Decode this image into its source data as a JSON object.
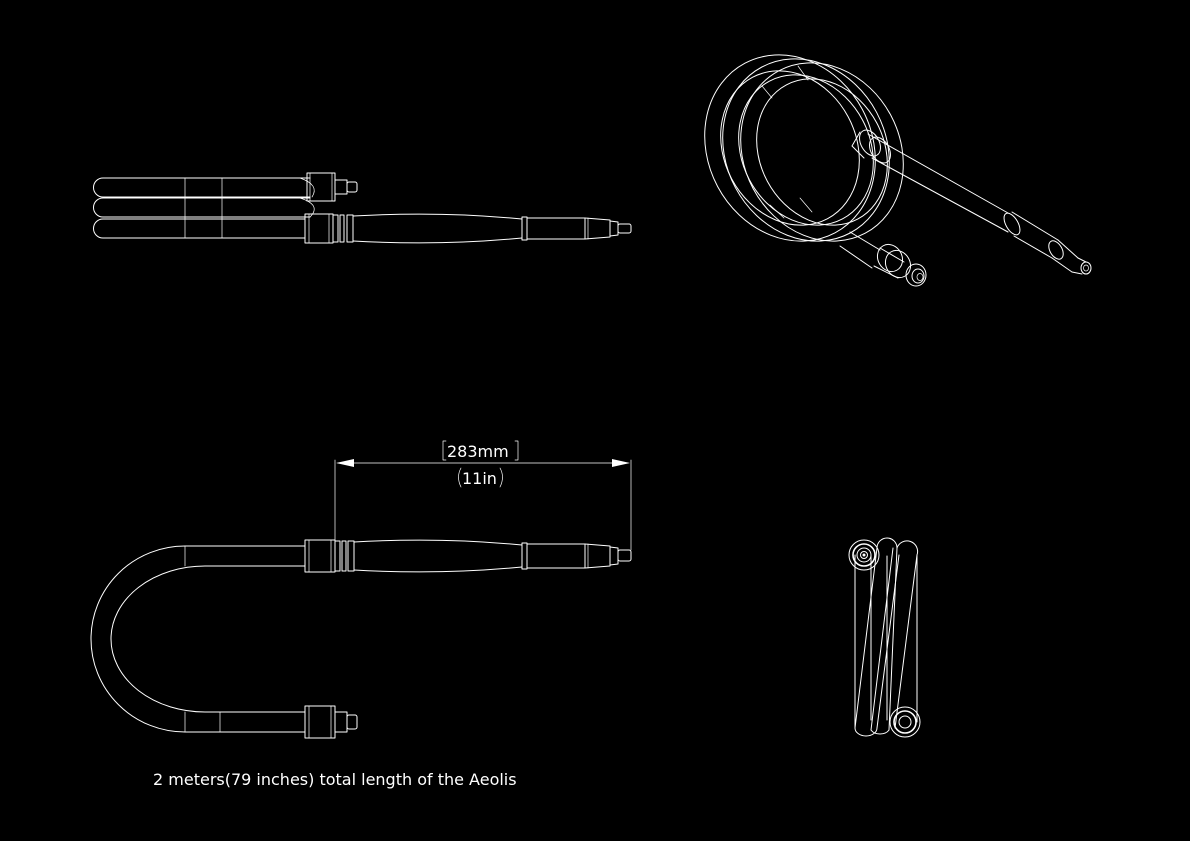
{
  "dimension": {
    "metric": "283mm",
    "imperial": "11in"
  },
  "caption": "2 meters(79 inches) total length of the Aeolis",
  "colors": {
    "background": "#000000",
    "line": "#ffffff"
  }
}
